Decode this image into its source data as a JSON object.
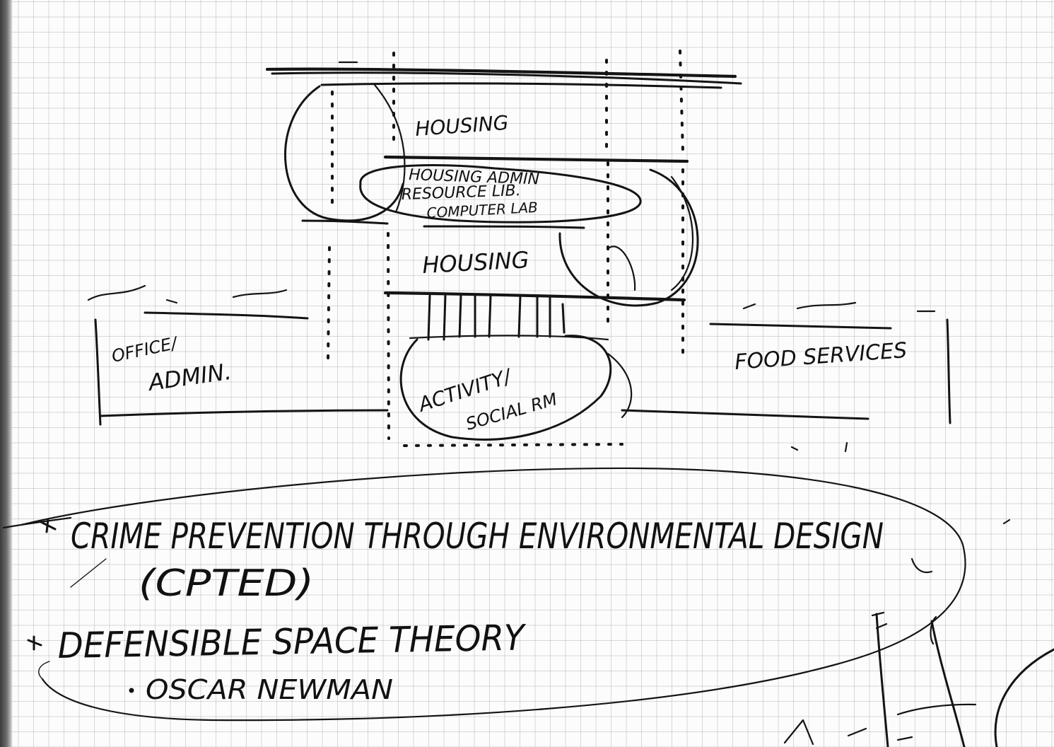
{
  "sketch": {
    "plan_labels": {
      "housing_top": "Housing",
      "housing_admin": "Housing Admin",
      "resource_lib": "Resource Lib.",
      "computer_lab": "Computer Lab",
      "housing_middle": "Housing",
      "office": "Office/",
      "admin": "Admin.",
      "food_services": "Food Services",
      "activity": "Activity/",
      "social_rm": "Social Rm"
    },
    "notes": {
      "cpted_line": "Crime Prevention Through Environmental Design",
      "cpted_abbrev": "(CPTED)",
      "defensible_space": "Defensible Space Theory",
      "oscar_newman": "Oscar Newman"
    }
  }
}
